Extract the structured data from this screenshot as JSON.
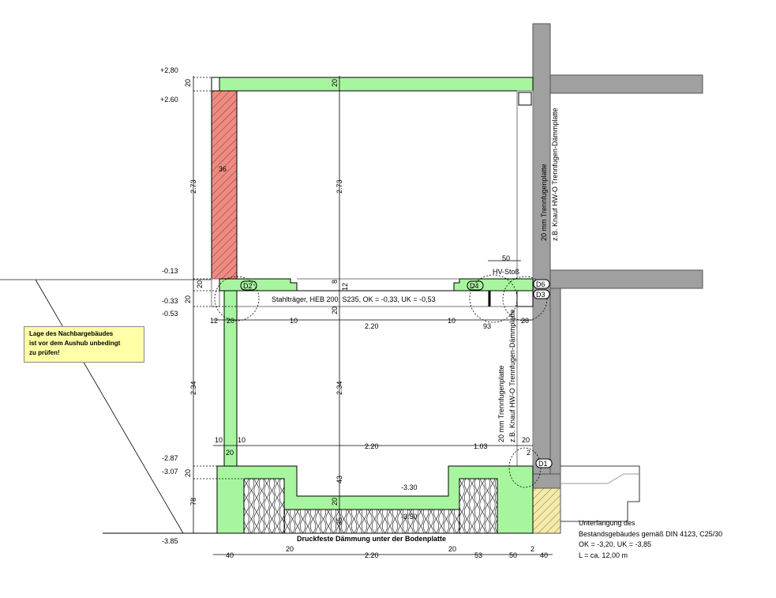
{
  "levels": [
    "+2,80",
    "+2.60",
    "-0.13",
    "-0.33",
    "-0.53",
    "-2.87",
    "-3.07",
    "-3.85",
    "-3.30",
    "-3.50"
  ],
  "dims": {
    "top_slab_left": "20",
    "top_slab_mid": "20",
    "wall_height_left": "2.73",
    "wall_height_mid": "2.73",
    "wall_thickness": "36",
    "mid_slab_left": "20",
    "mid_slab_left2": "20",
    "mid_slab_mid": "20",
    "step_8": "8",
    "step_12": "12",
    "d_12": "12",
    "d_20a": "20",
    "d_10a": "10",
    "span_220a": "2.20",
    "d_10b": "10",
    "d_93": "93",
    "d_20b": "20",
    "hv_50": "50",
    "wall2_left": "2.34",
    "wall2_mid": "2.34",
    "d_10c": "10",
    "d_10d": "10",
    "d_20c": "20",
    "span_220b": "2.20",
    "d_103": "1.03",
    "d_20d": "20",
    "d_2a": "2",
    "found_20": "20",
    "found_78": "78",
    "pit_43": "43",
    "pit_20": "20",
    "pit_35": "35",
    "b_40a": "40",
    "b_20a": "20",
    "b_220": "2.20",
    "b_20b": "20",
    "b_53": "53",
    "b_50": "50",
    "b_2": "2",
    "b_40b": "40"
  },
  "tags": {
    "d1": "D1",
    "d2": "D2",
    "d3": "D3",
    "d4": "D4",
    "d6": "D6"
  },
  "labels": {
    "hv": "HV-Stoß",
    "beam": "Stahlträger, HEB 200, S235, OK = -0,33, UK = -0,53",
    "insulation": "Druckfeste Dämmung unter der Bodenplatte",
    "joint1a": "20 mm Trennfugenplatte",
    "joint1b": "z.B. Knauf HW-O Trennfugen-Dämmplatte",
    "joint2a": "20 mm Trennfugenplatte",
    "joint2b": "z.B. Knauf HW-O Trennfugen-Dämmplatte",
    "underpin": [
      "Unterfangung des",
      "Bestandsgebäudes gemäß DIN 4123, C25/30",
      "OK = -3,20, UK = -3,85",
      "L = ca. 12,00 m"
    ],
    "note": [
      "Lage des Nachbargebäudes",
      "ist vor dem Aushub unbedingt",
      "zu prüfen!"
    ]
  },
  "colors": {
    "concrete": "#a8f5a0",
    "masonry": "#f08a80",
    "existing": "#a0a0a0",
    "underpin": "#f5eba8",
    "note": "#ffffa8"
  }
}
